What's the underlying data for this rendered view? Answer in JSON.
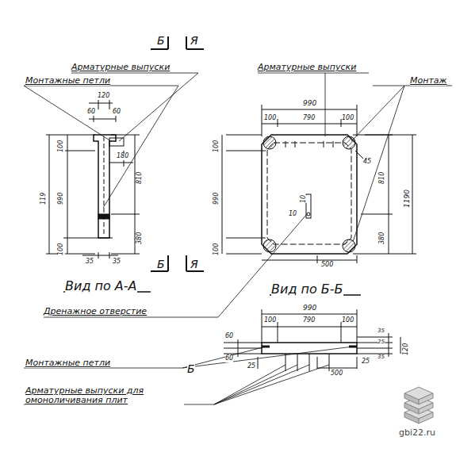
{
  "diagram": {
    "labels": [
      "Б",
      "Я",
      "Арматурные выпуски",
      "Монтажные петли",
      "Арматурные выпуски",
      "Монтаж",
      "120",
      "60",
      "60",
      "100",
      "119",
      "990",
      "100",
      "180",
      "810",
      "380",
      "35",
      "35",
      "990",
      "100",
      "790",
      "100",
      "100",
      "990",
      "100",
      "810",
      "380",
      "1190",
      "45",
      "10",
      "10",
      "500",
      "Б",
      "Я",
      "Вид по А-А",
      "Вид по Б-Б",
      "Дренажное отверстие",
      "990",
      "100",
      "790",
      "100",
      "60",
      "60",
      "35",
      "25",
      "35",
      "120",
      "25",
      "25",
      "500",
      "Монтажные петли",
      "Б",
      "Арматурные выпуски для омоноличивания плит",
      "gbi22.ru"
    ]
  }
}
